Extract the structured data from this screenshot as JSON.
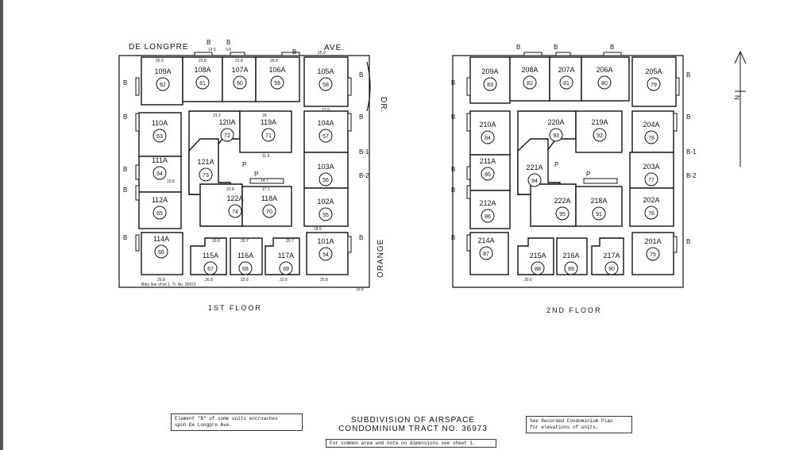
{
  "streets": {
    "de_longpre": "DE LONGPRE",
    "ave": "AVE.",
    "dr": "DR.",
    "orange": "ORANGE"
  },
  "floors": {
    "first_label": "1ST FLOOR",
    "second_label": "2ND FLOOR"
  },
  "boundary_note": "Bdry line of lot 1, Tr. No. 36973",
  "element_b_note": [
    "Element \"B\" of some units encroaches",
    "upon De Longpre Ave."
  ],
  "title": [
    "SUBDIVISION  OF  AIRSPACE",
    "CONDOMINIUM  TRACT NO. 36973"
  ],
  "common_area_note": "For common area and note on dimensions see sheet 1.",
  "elevation_note": [
    "See Recorded Condominium Plan",
    "for elevations of units."
  ],
  "north_arrow": "N",
  "encroachment_labels": [
    "B",
    "B-1",
    "B-2",
    "P"
  ],
  "first_floor_units": [
    {
      "label": "109A",
      "num": "62"
    },
    {
      "label": "108A",
      "num": "61"
    },
    {
      "label": "107A",
      "num": "60"
    },
    {
      "label": "106A",
      "num": "59"
    },
    {
      "label": "105A",
      "num": "58"
    },
    {
      "label": "110A",
      "num": "63"
    },
    {
      "label": "120A",
      "num": "72"
    },
    {
      "label": "119A",
      "num": "71"
    },
    {
      "label": "104A",
      "num": "57"
    },
    {
      "label": "111A",
      "num": "64"
    },
    {
      "label": "121A",
      "num": "73"
    },
    {
      "label": "103A",
      "num": "56"
    },
    {
      "label": "112A",
      "num": "65"
    },
    {
      "label": "122A",
      "num": "74"
    },
    {
      "label": "118A",
      "num": "70"
    },
    {
      "label": "102A",
      "num": "55"
    },
    {
      "label": "114A",
      "num": "66"
    },
    {
      "label": "115A",
      "num": "67"
    },
    {
      "label": "116A",
      "num": "68"
    },
    {
      "label": "117A",
      "num": "69"
    },
    {
      "label": "101A",
      "num": "54"
    }
  ],
  "second_floor_units": [
    {
      "label": "209A",
      "num": "83"
    },
    {
      "label": "208A",
      "num": "82"
    },
    {
      "label": "207A",
      "num": "81"
    },
    {
      "label": "206A",
      "num": "80"
    },
    {
      "label": "205A",
      "num": "79"
    },
    {
      "label": "210A",
      "num": "84"
    },
    {
      "label": "220A",
      "num": "93"
    },
    {
      "label": "219A",
      "num": "92"
    },
    {
      "label": "204A",
      "num": "78"
    },
    {
      "label": "211A",
      "num": "85"
    },
    {
      "label": "221A",
      "num": "94"
    },
    {
      "label": "203A",
      "num": "77"
    },
    {
      "label": "212A",
      "num": "86"
    },
    {
      "label": "222A",
      "num": "95"
    },
    {
      "label": "218A",
      "num": "91"
    },
    {
      "label": "202A",
      "num": "76"
    },
    {
      "label": "214A",
      "num": "87"
    },
    {
      "label": "215A",
      "num": "88"
    },
    {
      "label": "216A",
      "num": "89"
    },
    {
      "label": "217A",
      "num": "90"
    },
    {
      "label": "201A",
      "num": "75"
    }
  ],
  "dimensions": {
    "top_row": [
      "26.9",
      "22.8",
      "22.8",
      "26.8",
      "25.9",
      "14.5",
      "9.8"
    ],
    "mid": [
      "31.2",
      "29",
      "27.9",
      "17.1",
      "14.7",
      "22.8",
      "11.5",
      "15.8",
      "18.5"
    ],
    "bottom": [
      "25.8",
      "26.8",
      "22.8",
      "22.8",
      "25.8",
      "30.6",
      "15.8",
      "16.8",
      "20.7",
      "20.7"
    ]
  }
}
